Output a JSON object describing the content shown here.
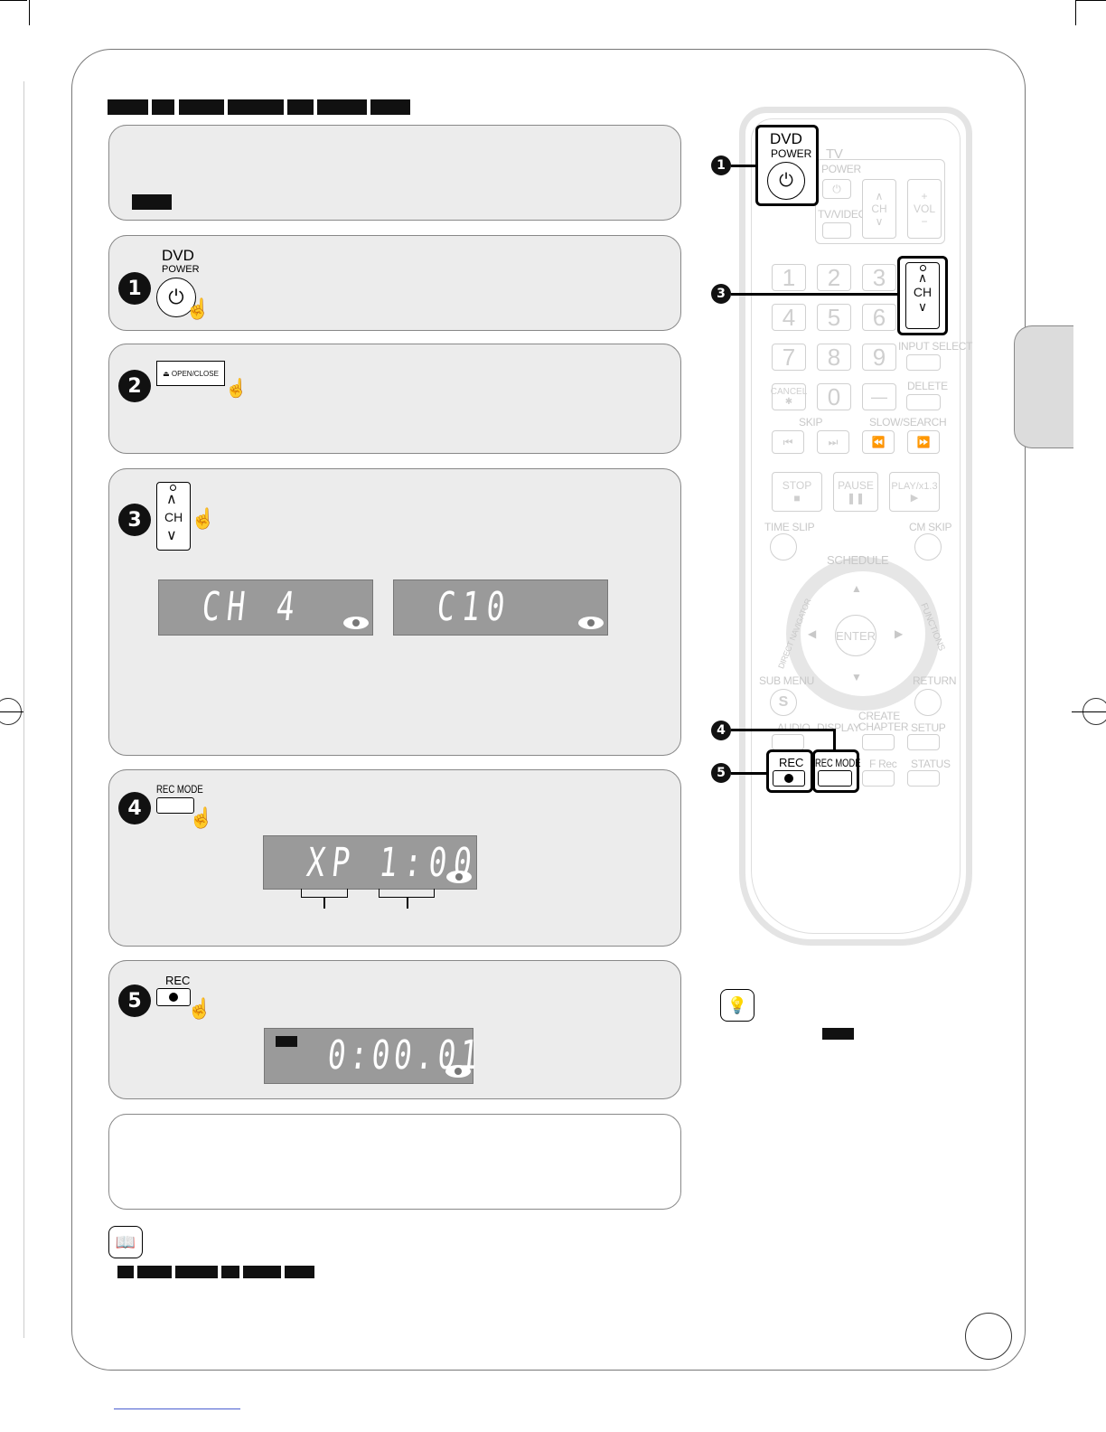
{
  "remote_top": {
    "dvd": "DVD",
    "power": "POWER",
    "tv": "TV",
    "tv_power": "POWER",
    "tv_video": "TV/VIDEO",
    "ch": "CH",
    "vol": "VOL"
  },
  "keypad": [
    "1",
    "2",
    "3",
    "4",
    "5",
    "6",
    "7",
    "8",
    "9",
    "0",
    "—"
  ],
  "remote_labels": {
    "input_select": "INPUT SELECT",
    "cancel": "CANCEL",
    "delete": "DELETE",
    "skip": "SKIP",
    "slow_search": "SLOW/SEARCH",
    "stop": "STOP",
    "pause": "PAUSE",
    "play": "PLAY/x1.3",
    "time_slip": "TIME SLIP",
    "cm_skip": "CM SKIP",
    "schedule": "SCHEDULE",
    "direct_navigator": "DIRECT NAVIGATOR",
    "functions": "FUNCTIONS",
    "enter": "ENTER",
    "sub_menu": "SUB MENU",
    "s": "S",
    "return": "RETURN",
    "audio": "AUDIO",
    "display": "DISPLAY",
    "create_chapter": "CREATE CHAPTER",
    "setup": "SETUP",
    "rec": "REC",
    "rec_mode": "REC MODE",
    "f_rec": "F Rec",
    "status": "STATUS"
  },
  "steps": {
    "s1": {
      "num": "1",
      "dvd": "DVD",
      "power": "POWER"
    },
    "s2": {
      "num": "2",
      "open_close": "OPEN/CLOSE"
    },
    "s3": {
      "num": "3",
      "ch": "CH",
      "lcd_a": "CH 4",
      "lcd_b": "C10"
    },
    "s4": {
      "num": "4",
      "rec_mode": "REC MODE",
      "lcd_mode": "XP",
      "lcd_time": "1:00"
    },
    "s5": {
      "num": "5",
      "rec": "REC",
      "lcd_counter": "0:00.01"
    }
  },
  "callouts": [
    "1",
    "3",
    "4",
    "5"
  ]
}
